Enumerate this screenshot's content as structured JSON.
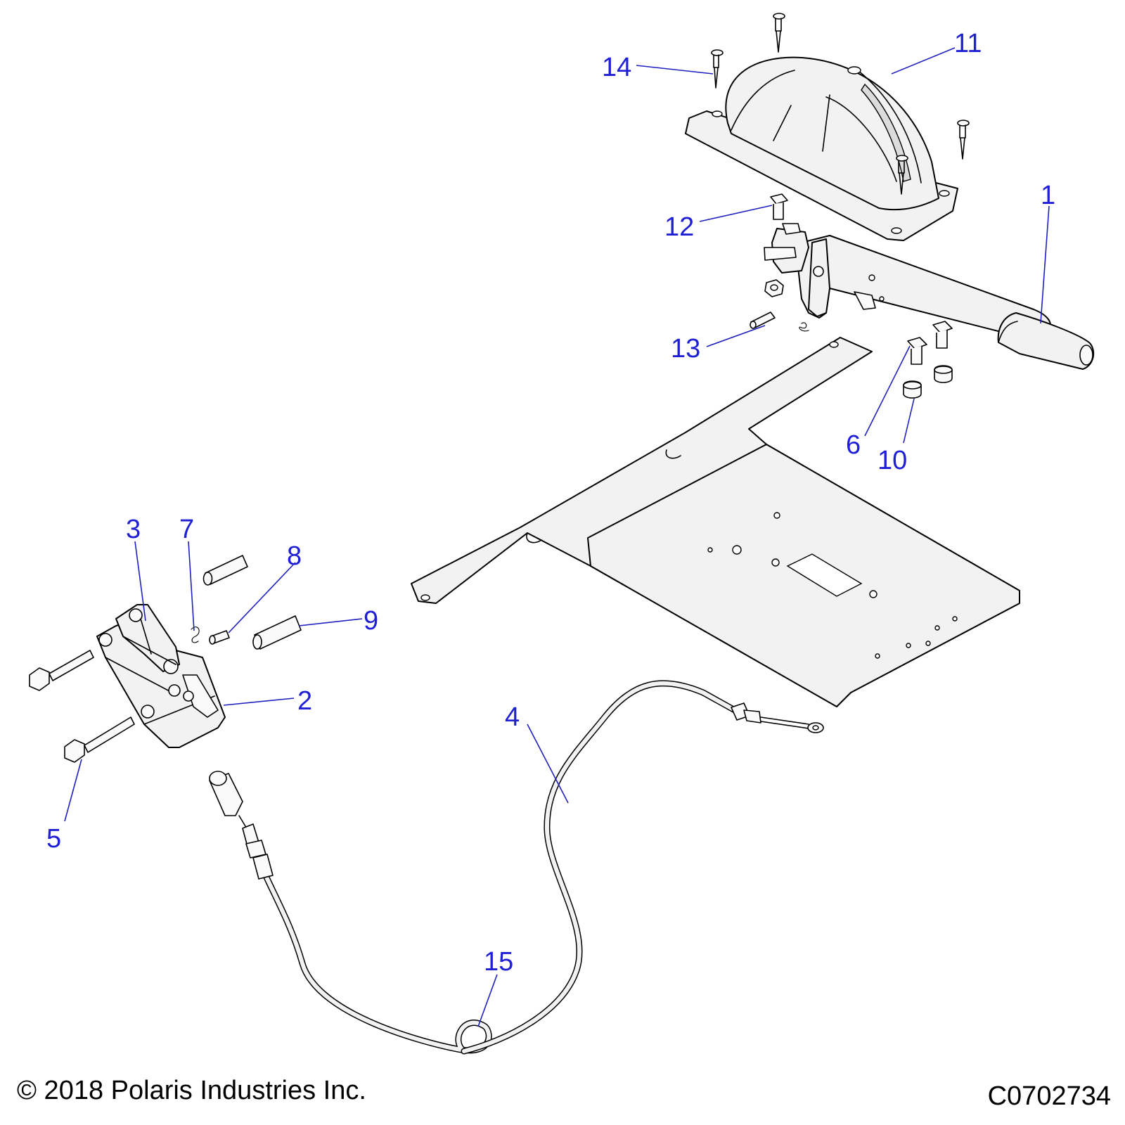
{
  "callouts": [
    {
      "id": "1",
      "label": "1"
    },
    {
      "id": "2",
      "label": "2"
    },
    {
      "id": "3",
      "label": "3"
    },
    {
      "id": "4",
      "label": "4"
    },
    {
      "id": "5",
      "label": "5"
    },
    {
      "id": "6",
      "label": "6"
    },
    {
      "id": "7",
      "label": "7"
    },
    {
      "id": "8",
      "label": "8"
    },
    {
      "id": "9",
      "label": "9"
    },
    {
      "id": "10",
      "label": "10"
    },
    {
      "id": "11",
      "label": "11"
    },
    {
      "id": "12",
      "label": "12"
    },
    {
      "id": "13",
      "label": "13"
    },
    {
      "id": "14",
      "label": "14"
    },
    {
      "id": "15",
      "label": "15"
    }
  ],
  "footer": {
    "copyright": "© 2018 Polaris Industries Inc.",
    "drawing_number": "C0702734"
  },
  "colors": {
    "callout_text": "#1f1fd6",
    "leader_line": "#1f1fbf",
    "part_fill": "#f2f2f2",
    "outline": "#000000"
  }
}
